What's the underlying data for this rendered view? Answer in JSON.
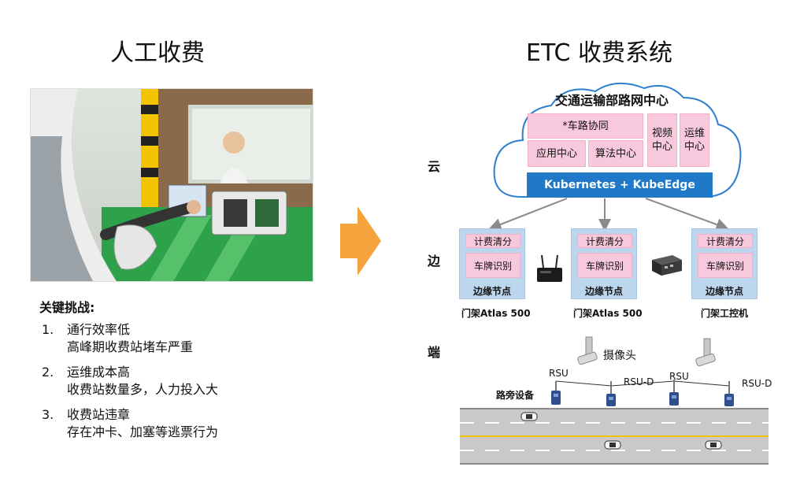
{
  "left": {
    "title": "人工收费",
    "challenge_heading": "关键挑战:",
    "challenges": [
      {
        "num": "1.",
        "title": "通行效率低",
        "detail": "高峰期收费站堵车严重"
      },
      {
        "num": "2.",
        "title": "运维成本高",
        "detail": "收费站数量多，人力投入大"
      },
      {
        "num": "3.",
        "title": "收费站违章",
        "detail": "存在冲卡、加塞等逃票行为"
      }
    ]
  },
  "right": {
    "title": "ETC 收费系统",
    "tiers": {
      "cloud": "云",
      "edge": "边",
      "end": "端"
    },
    "cloud": {
      "title": "交通运输部路网中心",
      "collab": "*车路协同",
      "app_center": "应用中心",
      "algo_center": "算法中心",
      "video_center": "视频中心",
      "ops_center": "运维中心",
      "platform": "Kubernetes + KubeEdge"
    },
    "edge_nodes": [
      {
        "billing": "计费清分",
        "plate": "车牌识别",
        "label": "边缘节点",
        "caption": "门架Atlas 500"
      },
      {
        "billing": "计费清分",
        "plate": "车牌识别",
        "label": "边缘节点",
        "caption": "门架Atlas 500"
      },
      {
        "billing": "计费清分",
        "plate": "车牌识别",
        "label": "边缘节点",
        "caption": "门架工控机"
      }
    ],
    "end": {
      "camera": "摄像头",
      "rsu": "RSU",
      "rsu_d": "RSU-D",
      "roadside": "路旁设备"
    }
  },
  "colors": {
    "pink_box": "#f8c8dc",
    "edge_node_bg": "#bcd6ee",
    "platform_blue": "#1f79c8",
    "cloud_outline": "#2f7fd0",
    "arrow_orange": "#f5a33c"
  }
}
